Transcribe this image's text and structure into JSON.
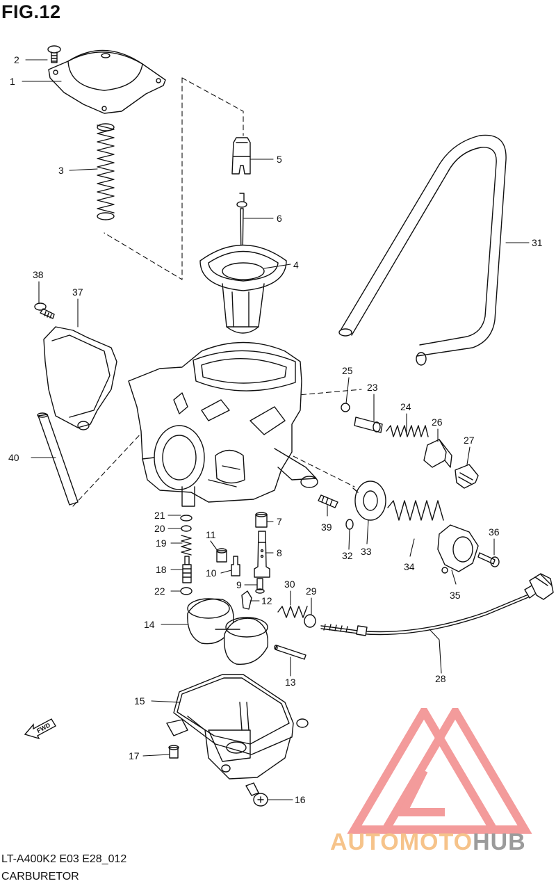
{
  "figure": {
    "title": "FIG.12"
  },
  "footer": {
    "code": "LT-A400K2 E03 E28_012",
    "name": "CARBURETOR"
  },
  "direction_badge": {
    "label": "FWD",
    "icon": "forward-arrow-icon"
  },
  "watermark": {
    "brand_part1": "AUTOMOTO",
    "brand_part2": "HUB",
    "logo_icon": "automotohub-triangle-logo",
    "colors": {
      "triangle": "#f07a7a",
      "part1": "#f6c38a",
      "part2": "#9b9b9b"
    }
  },
  "parts": [
    {
      "id": "part-1",
      "label": "1"
    },
    {
      "id": "part-2",
      "label": "2"
    },
    {
      "id": "part-3",
      "label": "3"
    },
    {
      "id": "part-4",
      "label": "4"
    },
    {
      "id": "part-5",
      "label": "5"
    },
    {
      "id": "part-6",
      "label": "6"
    },
    {
      "id": "part-7",
      "label": "7"
    },
    {
      "id": "part-8",
      "label": "8"
    },
    {
      "id": "part-9",
      "label": "9"
    },
    {
      "id": "part-10",
      "label": "10"
    },
    {
      "id": "part-11",
      "label": "11"
    },
    {
      "id": "part-12",
      "label": "12"
    },
    {
      "id": "part-13",
      "label": "13"
    },
    {
      "id": "part-14",
      "label": "14"
    },
    {
      "id": "part-15",
      "label": "15"
    },
    {
      "id": "part-16",
      "label": "16"
    },
    {
      "id": "part-17",
      "label": "17"
    },
    {
      "id": "part-18",
      "label": "18"
    },
    {
      "id": "part-19",
      "label": "19"
    },
    {
      "id": "part-20",
      "label": "20"
    },
    {
      "id": "part-21",
      "label": "21"
    },
    {
      "id": "part-22",
      "label": "22"
    },
    {
      "id": "part-23",
      "label": "23"
    },
    {
      "id": "part-24",
      "label": "24"
    },
    {
      "id": "part-25",
      "label": "25"
    },
    {
      "id": "part-26",
      "label": "26"
    },
    {
      "id": "part-27",
      "label": "27"
    },
    {
      "id": "part-28",
      "label": "28"
    },
    {
      "id": "part-29",
      "label": "29"
    },
    {
      "id": "part-30",
      "label": "30"
    },
    {
      "id": "part-31",
      "label": "31"
    },
    {
      "id": "part-32",
      "label": "32"
    },
    {
      "id": "part-33",
      "label": "33"
    },
    {
      "id": "part-34",
      "label": "34"
    },
    {
      "id": "part-35",
      "label": "35"
    },
    {
      "id": "part-36",
      "label": "36"
    },
    {
      "id": "part-37",
      "label": "37"
    },
    {
      "id": "part-38",
      "label": "38"
    },
    {
      "id": "part-39",
      "label": "39"
    },
    {
      "id": "part-40",
      "label": "40"
    }
  ]
}
